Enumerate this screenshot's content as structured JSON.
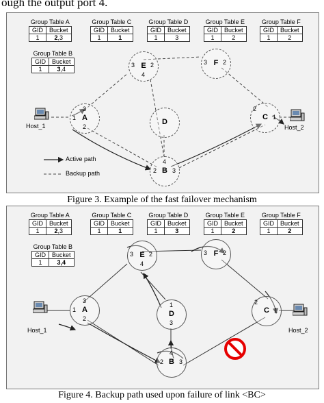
{
  "intro_text": "ough the output port 4.",
  "fig1": {
    "caption": "Figure 3. Example of the fast failover mechanism",
    "tables": [
      {
        "title": "Group Table A",
        "gid_h": "GID",
        "bucket_h": "Bucket",
        "gid": "1",
        "bucket_bold": "2",
        "bucket_rest": ",3"
      },
      {
        "title": "Group Table C",
        "gid_h": "GID",
        "bucket_h": "Bucket",
        "gid": "1",
        "bucket_bold": "1",
        "bucket_rest": ""
      },
      {
        "title": "Group Table D",
        "gid_h": "GID",
        "bucket_h": "Bucket",
        "gid": "1",
        "bucket_bold": "",
        "bucket_rest": "3"
      },
      {
        "title": "Group Table E",
        "gid_h": "GID",
        "bucket_h": "Bucket",
        "gid": "1",
        "bucket_bold": "",
        "bucket_rest": "2"
      },
      {
        "title": "Group Table F",
        "gid_h": "GID",
        "bucket_h": "Bucket",
        "gid": "1",
        "bucket_bold": "",
        "bucket_rest": "2"
      },
      {
        "title": "Group Table B",
        "gid_h": "GID",
        "bucket_h": "Bucket",
        "gid": "1",
        "bucket_bold": "3",
        "bucket_rest": ",4"
      }
    ],
    "nodes": {
      "A": "A",
      "B": "B",
      "C": "C",
      "D": "D",
      "E": "E",
      "F": "F"
    },
    "hosts": {
      "h1": "Host_1",
      "h2": "Host_2"
    },
    "legend": {
      "active": "Active path",
      "backup": "Backup path"
    }
  },
  "fig2": {
    "caption": "Figure 4. Backup path used upon failure of link <BC>",
    "tables": [
      {
        "title": "Group Table A",
        "gid_h": "GID",
        "bucket_h": "Bucket",
        "gid": "1",
        "bucket_bold": "2",
        "bucket_rest": ",3"
      },
      {
        "title": "Group Table C",
        "gid_h": "GID",
        "bucket_h": "Bucket",
        "gid": "1",
        "bucket_bold": "1",
        "bucket_rest": ""
      },
      {
        "title": "Group Table D",
        "gid_h": "GID",
        "bucket_h": "Bucket",
        "gid": "1",
        "bucket_bold": "3",
        "bucket_rest": ""
      },
      {
        "title": "Group Table E",
        "gid_h": "GID",
        "bucket_h": "Bucket",
        "gid": "1",
        "bucket_bold": "2",
        "bucket_rest": ""
      },
      {
        "title": "Group Table F",
        "gid_h": "GID",
        "bucket_h": "Bucket",
        "gid": "1",
        "bucket_bold": "2",
        "bucket_rest": ""
      },
      {
        "title": "Group Table B",
        "gid_h": "GID",
        "bucket_h": "Bucket",
        "gid": "1",
        "bucket_bold": "3,4",
        "bucket_rest": ""
      }
    ],
    "nodes": {
      "A": "A",
      "B": "B",
      "C": "C",
      "D": "D",
      "E": "E",
      "F": "F"
    },
    "hosts": {
      "h1": "Host_1",
      "h2": "Host_2"
    }
  },
  "colors": {
    "failure": "#e60000",
    "background": "#f2f2f2",
    "line": "#222222"
  }
}
